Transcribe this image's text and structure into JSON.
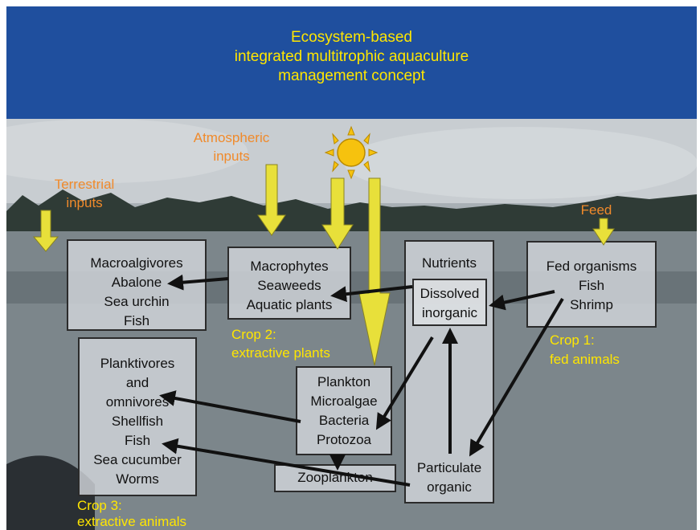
{
  "title": {
    "line1": "Ecosystem-based",
    "line2": "integrated multitrophic aquaculture",
    "line3": "management concept"
  },
  "inputs": {
    "terrestrial_1": "Terrestrial",
    "terrestrial_2": "inputs",
    "atmospheric_1": "Atmospheric",
    "atmospheric_2": "inputs",
    "feed": "Feed"
  },
  "boxes": {
    "macroalgivores": [
      "Macroalgivores",
      "Abalone",
      "Sea urchin",
      "Fish"
    ],
    "macrophytes": [
      "Macrophytes",
      "Seaweeds",
      "Aquatic plants"
    ],
    "nutrients_title": "Nutrients",
    "dissolved": [
      "Dissolved",
      "inorganic"
    ],
    "particulate": [
      "Particulate",
      "organic"
    ],
    "fed": [
      "Fed organisms",
      "Fish",
      "Shrimp"
    ],
    "planktivores": [
      "Planktivores",
      "and",
      "omnivores",
      "Shellfish",
      "Fish",
      "Sea cucumber",
      "Worms"
    ],
    "plankton": [
      "Plankton",
      "Microalgae",
      "Bacteria",
      "Protozoa"
    ],
    "zooplankton": "Zooplankton"
  },
  "crops": {
    "crop2_a": "Crop 2:",
    "crop2_b": "extractive plants",
    "crop1_a": "Crop 1:",
    "crop1_b": "fed animals",
    "crop3_a": "Crop 3:",
    "crop3_b": "extractive animals"
  },
  "colors": {
    "header_bg": "#1f4f9e",
    "title_text": "#ffe600",
    "input_text": "#f08a2b",
    "crop_text": "#ffe600",
    "input_arrow": "#e8e03a",
    "flow_arrow": "#111111"
  }
}
